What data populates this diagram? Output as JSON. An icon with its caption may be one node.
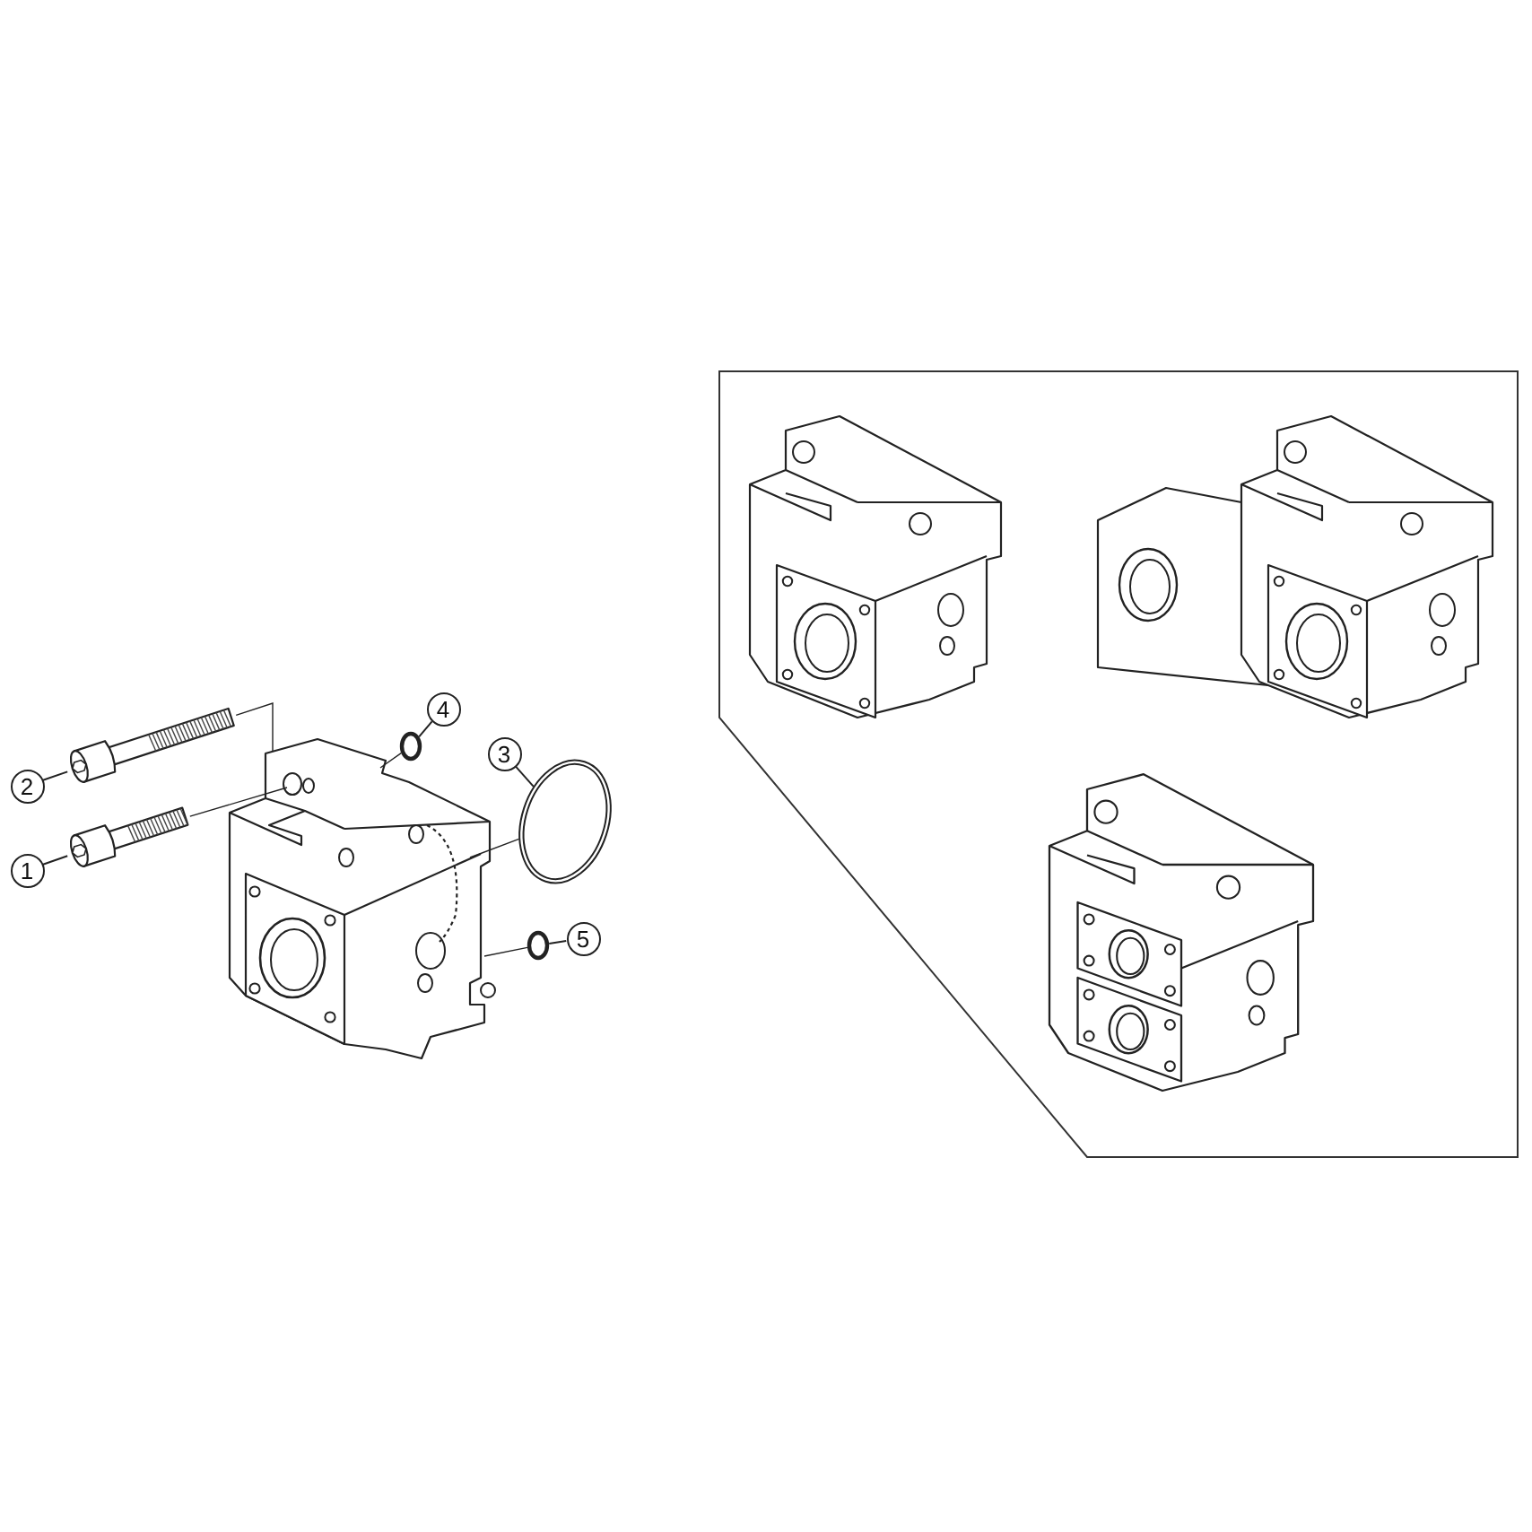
{
  "diagram": {
    "nodes": [
      {
        "text": [
          "4"
        ]
      },
      {
        "text": [
          "3"
        ]
      },
      {
        "text": [
          "2"
        ]
      },
      {
        "text": [
          "1"
        ]
      },
      {
        "text": [
          "5"
        ]
      },
      {
        "text": [],
        "shape": "picture"
      },
      {
        "text": [],
        "shape": "picture"
      },
      {
        "text": [],
        "shape": "circle"
      },
      {
        "text": [],
        "shape": "circle"
      },
      {
        "text": [],
        "shape": "circle"
      },
      {
        "text": [],
        "shape": "picture"
      }
    ],
    "edges": [
      {
        "from": 0,
        "to": 7,
        "arrow": "none"
      },
      {
        "from": 1,
        "to": 8,
        "arrow": "none"
      },
      {
        "from": 2,
        "to": 5,
        "arrow": "none"
      },
      {
        "from": 3,
        "to": 6,
        "arrow": "none"
      },
      {
        "from": 4,
        "to": 9,
        "arrow": "none"
      },
      {
        "from": 5,
        "to": 10,
        "arrow": "none"
      },
      {
        "from": 6,
        "to": 10,
        "arrow": "none"
      },
      {
        "from": 7,
        "to": 10,
        "arrow": "none"
      },
      {
        "from": 8,
        "to": 10,
        "arrow": "none"
      },
      {
        "from": 9,
        "to": 10,
        "arrow": "none"
      }
    ]
  }
}
